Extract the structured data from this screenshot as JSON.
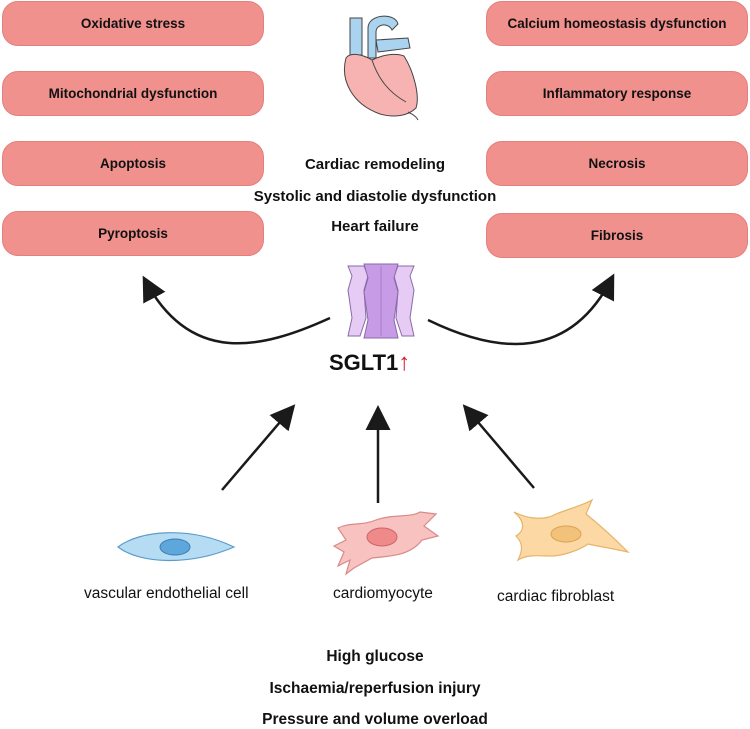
{
  "left_effects": [
    "Oxidative stress",
    "Mitochondrial dysfunction",
    "Apoptosis",
    "Pyroptosis"
  ],
  "right_effects": [
    "Calcium homeostasis dysfunction",
    "Inflammatory response",
    "Necrosis",
    "Fibrosis"
  ],
  "outcomes": [
    "Cardiac remodeling",
    "Systolic and diastolie dysfunction",
    "Heart failure"
  ],
  "center": {
    "label": "SGLT1",
    "arrow": "↑",
    "arrow_color": "#d7192f"
  },
  "cells": [
    "vascular endothelial cell",
    "cardiomyocyte",
    "cardiac fibroblast"
  ],
  "stimuli": [
    "High glucose",
    "Ischaemia/reperfusion injury",
    "Pressure and volume overload"
  ],
  "colors": {
    "box_fill": "#f0918e",
    "heart": "#f7b3b1",
    "vessel": "#a9d3ee",
    "transporter": "#d9b3ee",
    "endothelial": "#b6dcf4",
    "cardiomyocyte": "#f7c2c0",
    "fibroblast": "#fbd8a4"
  },
  "icons": [
    "heart-icon",
    "transporter-icon",
    "endothelial-cell-icon",
    "cardiomyocyte-icon",
    "fibroblast-icon"
  ]
}
